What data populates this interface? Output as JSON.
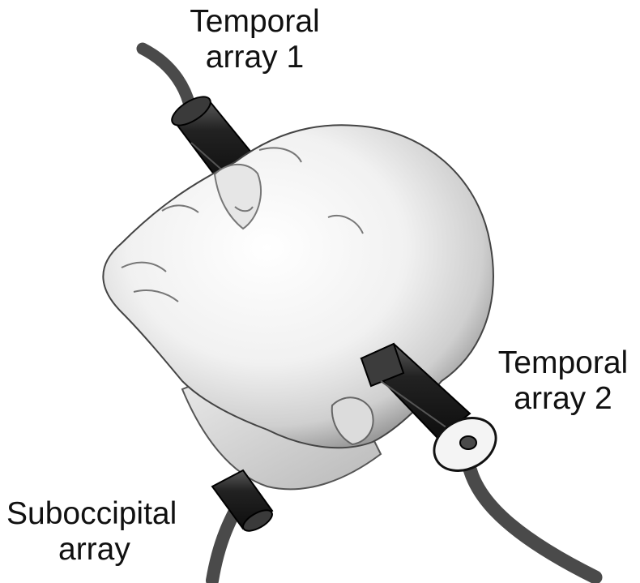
{
  "labels": {
    "temporal_array_1": {
      "line1": "Temporal",
      "line2": "array 1"
    },
    "temporal_array_2": {
      "line1": "Temporal",
      "line2": "array 2"
    },
    "suboccipital_array": {
      "line1": "Suboccipital",
      "line2": "array"
    }
  },
  "colors": {
    "background": "#ffffff",
    "head_light": "#f8f8f8",
    "head_shadow": "#a8a8a8",
    "transducer": "#2a2a2a",
    "cable": "#4a4a4a",
    "text": "#111111"
  }
}
